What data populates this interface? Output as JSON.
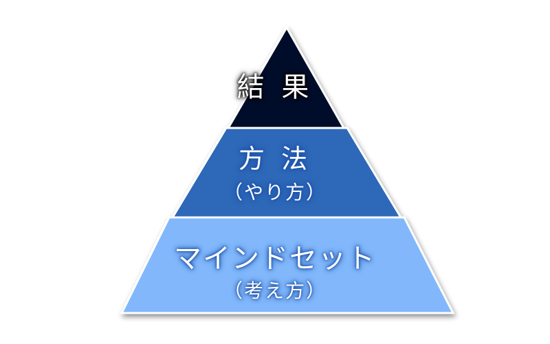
{
  "pyramid": {
    "levels": [
      {
        "title": "結 果",
        "subtitle": "",
        "color": "#02102b"
      },
      {
        "title": "方 法",
        "subtitle": "（やり方）",
        "color": "#2f67b8"
      },
      {
        "title": "マインドセット",
        "subtitle": "（考え方）",
        "color": "#82b8fb"
      }
    ],
    "border_color": "#ffffff"
  }
}
